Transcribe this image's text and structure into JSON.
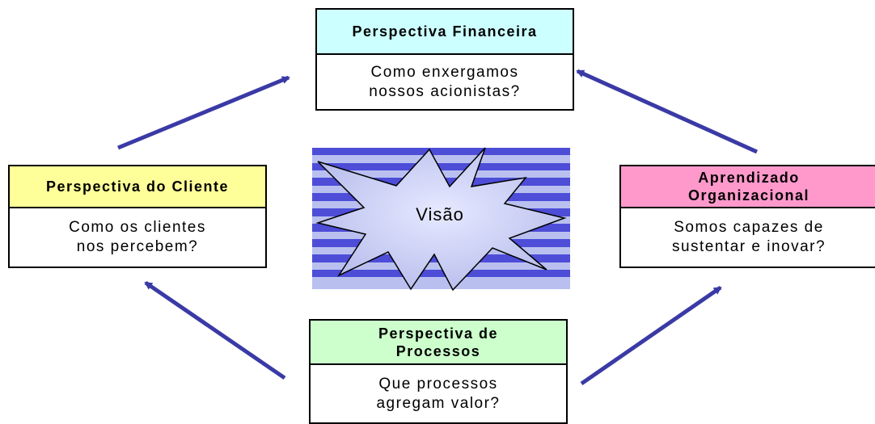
{
  "colors": {
    "financial_header": "#ccffff",
    "customer_header": "#ffff99",
    "learning_header": "#ff99cc",
    "process_header": "#ccffcc",
    "arrow": "#3a3aa6",
    "stripe_dark": "#4d4dd8",
    "stripe_light": "#b9c0f0",
    "star_fill": "#c9cdf2"
  },
  "center": {
    "label": "Visão"
  },
  "boxes": {
    "financial": {
      "title": "Perspectiva Financeira",
      "question": "Como enxergamos\nnossos acionistas?"
    },
    "customer": {
      "title": "Perspectiva do Cliente",
      "question": "Como os clientes\nnos percebem?"
    },
    "learning": {
      "title": "Aprendizado\nOrganizacional",
      "question": "Somos capazes de\nsustentar e inovar?"
    },
    "process": {
      "title": "Perspectiva de\nProcessos",
      "question": "Que processos\nagregam valor?"
    }
  }
}
